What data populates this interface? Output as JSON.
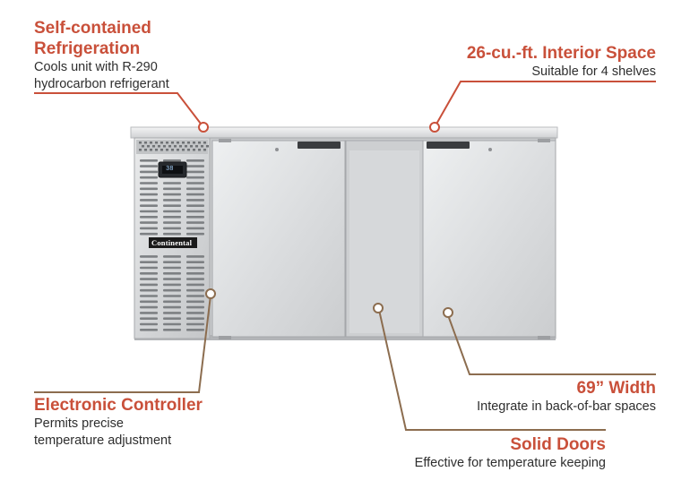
{
  "callouts": {
    "refrigeration": {
      "title_line1": "Self-contained",
      "title_line2": "Refrigeration",
      "desc_line1": "Cools unit with R-290",
      "desc_line2": "hydrocarbon refrigerant"
    },
    "interior": {
      "title": "26-cu.-ft. Interior Space",
      "desc": "Suitable for 4 shelves"
    },
    "controller": {
      "title": "Electronic Controller",
      "desc_line1": "Permits precise",
      "desc_line2": "temperature adjustment"
    },
    "width": {
      "title": "69” Width",
      "desc": "Integrate in back-of-bar spaces"
    },
    "doors": {
      "title": "Solid Doors",
      "desc": "Effective for temperature keeping"
    }
  },
  "product": {
    "brand": "Continental",
    "display_value": "38"
  },
  "colors": {
    "accent_red": "#c9503a",
    "accent_brown": "#8c6d4f",
    "text": "#2e2e2e"
  }
}
